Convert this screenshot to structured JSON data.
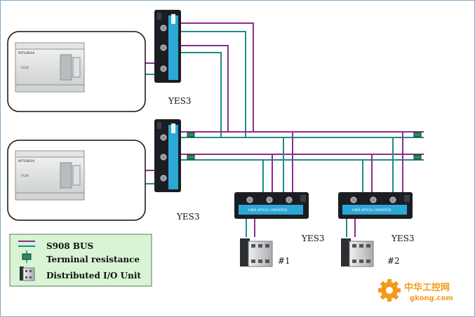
{
  "colors": {
    "bus_purple": "#8b2c8f",
    "bus_teal": "#1f8c8c",
    "converter_body": "#1b1d22",
    "converter_panel": "#2aa9d6",
    "legend_bg": "#d8f4d4",
    "terminal_green": "#2e8b57",
    "watermark_orange": "#f39a1c"
  },
  "labels": {
    "converter_top": "YES3",
    "converter_mid": "YES3",
    "converter_node1": "YES3",
    "converter_node2": "YES3",
    "node1": "#1",
    "node2": "#2",
    "converter_print": "FIBER OPTICAL CONVERTER"
  },
  "legend": {
    "bus": "S908 BUS",
    "terminal": "Terminal resistance",
    "io_unit": "Distributed I/O Unit"
  },
  "plc": {
    "brand": "MITSUBISHI",
    "model": "FX2N"
  },
  "watermark": {
    "cn": "中华工控网",
    "en": "gkong.com"
  },
  "icons": {
    "plc": "plc-icon",
    "converter": "fiber-converter-icon",
    "io_unit": "contactor-icon",
    "terminal": "terminal-resistor-icon",
    "watermark": "gear-logo-icon"
  }
}
